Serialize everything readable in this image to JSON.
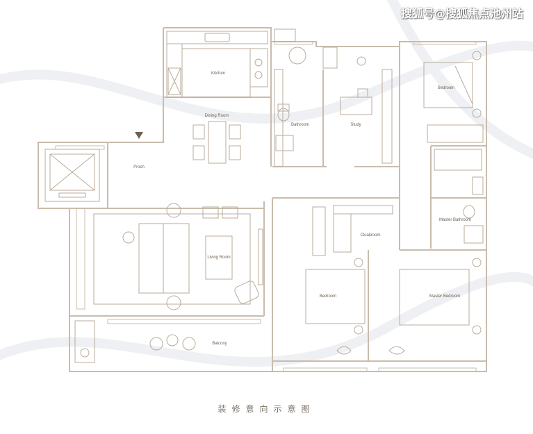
{
  "watermark": "搜狐号@搜狐焦点池州站",
  "caption": "装修意向示意图",
  "colors": {
    "wall": "#c9bcad",
    "line": "#b9ab9b",
    "label": "#6e6254",
    "background": "#ffffff",
    "marble": "#f1f2f4"
  },
  "rooms": {
    "kitchen": "Kitchen",
    "dining": "Dining Room",
    "bathroom": "Bathroom",
    "study": "Study",
    "bedroom_ne": "Bedroom",
    "proch": "Proch",
    "living": "Living Room",
    "cloakroom": "Cloakroom",
    "master_bathroom": "Master Bathroom",
    "bedroom_s": "Bedroom",
    "master_bedroom": "Master Bedroom",
    "balcony": "Balcony"
  }
}
